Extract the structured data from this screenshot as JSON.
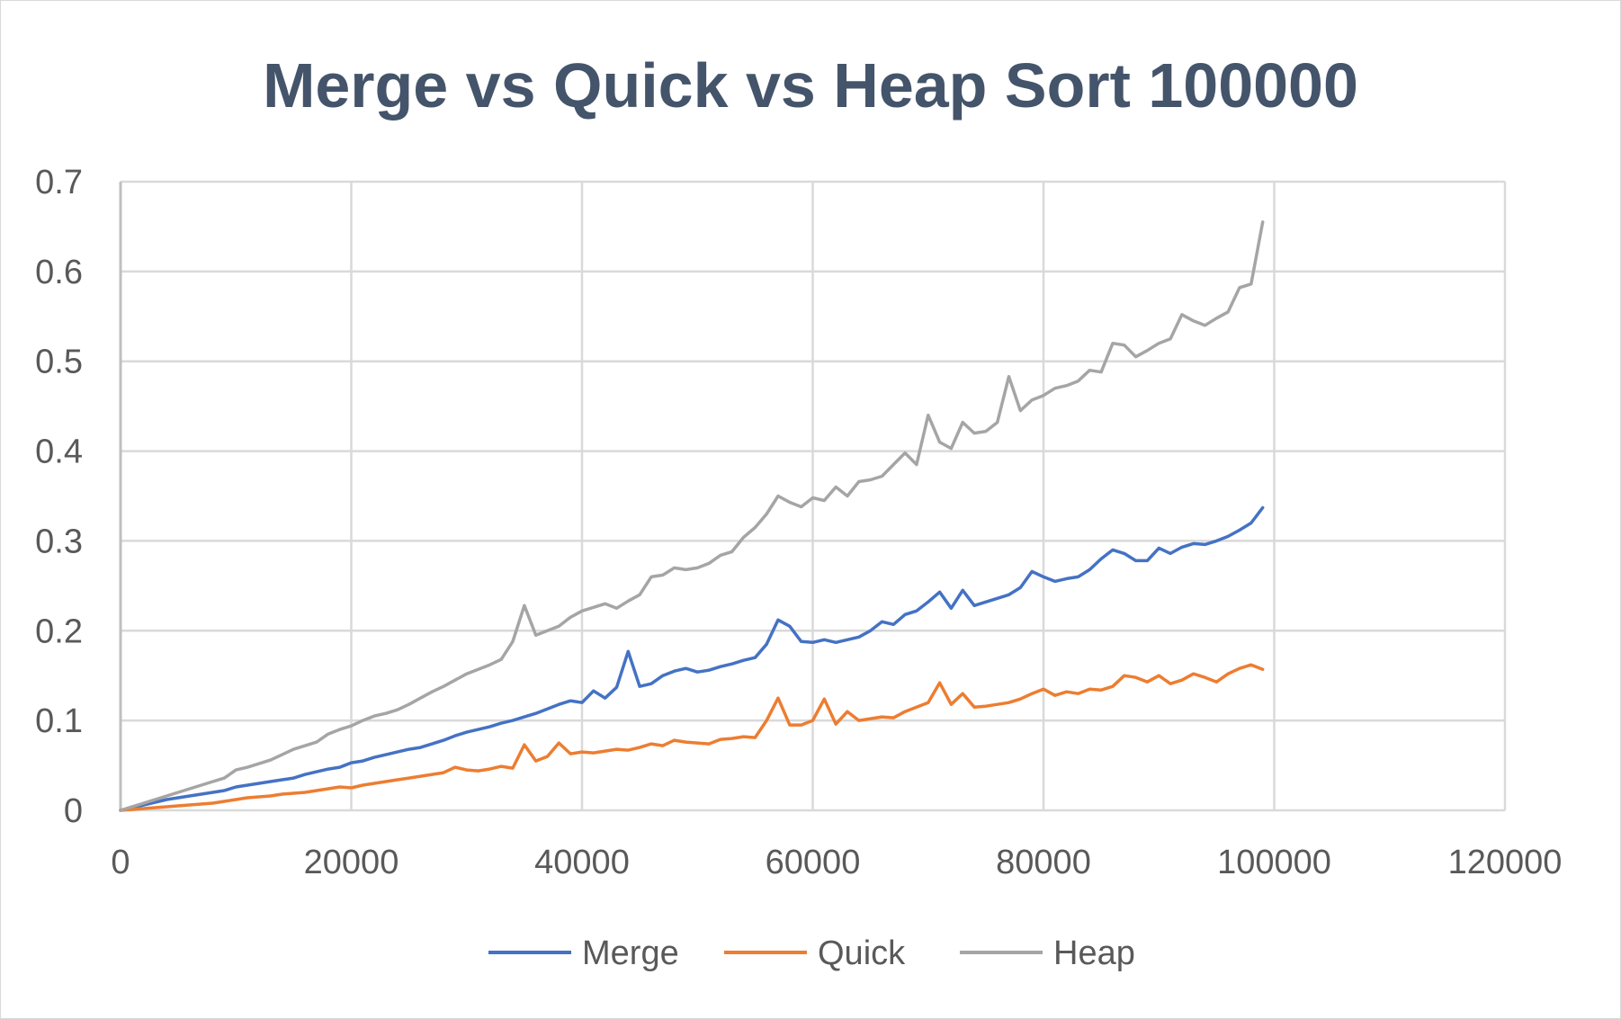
{
  "chart_data": {
    "type": "line",
    "title": "Merge vs Quick vs Heap Sort 100000",
    "xlabel": "",
    "ylabel": "",
    "xlim": [
      0,
      120000
    ],
    "ylim": [
      0,
      0.7
    ],
    "x_ticks": [
      "0",
      "20000",
      "40000",
      "60000",
      "80000",
      "100000",
      "120000"
    ],
    "y_ticks": [
      "0",
      "0.1",
      "0.2",
      "0.3",
      "0.4",
      "0.5",
      "0.6",
      "0.7"
    ],
    "grid": true,
    "legend_position": "bottom",
    "x": [
      0,
      1000,
      2000,
      3000,
      4000,
      5000,
      6000,
      7000,
      8000,
      9000,
      10000,
      11000,
      12000,
      13000,
      14000,
      15000,
      16000,
      17000,
      18000,
      19000,
      20000,
      21000,
      22000,
      23000,
      24000,
      25000,
      26000,
      27000,
      28000,
      29000,
      30000,
      31000,
      32000,
      33000,
      34000,
      35000,
      36000,
      37000,
      38000,
      39000,
      40000,
      41000,
      42000,
      43000,
      44000,
      45000,
      46000,
      47000,
      48000,
      49000,
      50000,
      51000,
      52000,
      53000,
      54000,
      55000,
      56000,
      57000,
      58000,
      59000,
      60000,
      61000,
      62000,
      63000,
      64000,
      65000,
      66000,
      67000,
      68000,
      69000,
      70000,
      71000,
      72000,
      73000,
      74000,
      75000,
      76000,
      77000,
      78000,
      79000,
      80000,
      81000,
      82000,
      83000,
      84000,
      85000,
      86000,
      87000,
      88000,
      89000,
      90000,
      91000,
      92000,
      93000,
      94000,
      95000,
      96000,
      97000,
      98000,
      99000
    ],
    "series": [
      {
        "name": "Merge",
        "color": "#4472c4",
        "values": [
          0,
          0.003,
          0.006,
          0.009,
          0.012,
          0.014,
          0.016,
          0.018,
          0.02,
          0.022,
          0.026,
          0.028,
          0.03,
          0.032,
          0.034,
          0.036,
          0.04,
          0.043,
          0.046,
          0.048,
          0.053,
          0.055,
          0.059,
          0.062,
          0.065,
          0.068,
          0.07,
          0.074,
          0.078,
          0.083,
          0.087,
          0.09,
          0.093,
          0.097,
          0.1,
          0.104,
          0.108,
          0.113,
          0.118,
          0.122,
          0.12,
          0.133,
          0.125,
          0.137,
          0.177,
          0.138,
          0.141,
          0.15,
          0.155,
          0.158,
          0.154,
          0.156,
          0.16,
          0.163,
          0.167,
          0.17,
          0.185,
          0.212,
          0.205,
          0.188,
          0.187,
          0.19,
          0.187,
          0.19,
          0.193,
          0.2,
          0.21,
          0.207,
          0.218,
          0.222,
          0.232,
          0.243,
          0.225,
          0.245,
          0.228,
          0.232,
          0.236,
          0.24,
          0.248,
          0.266,
          0.26,
          0.255,
          0.258,
          0.26,
          0.268,
          0.28,
          0.29,
          0.286,
          0.278,
          0.278,
          0.292,
          0.286,
          0.293,
          0.297,
          0.296,
          0.3,
          0.305,
          0.312,
          0.32,
          0.337
        ]
      },
      {
        "name": "Quick",
        "color": "#ed7d31",
        "values": [
          0,
          0.001,
          0.002,
          0.003,
          0.004,
          0.005,
          0.006,
          0.007,
          0.008,
          0.01,
          0.012,
          0.014,
          0.015,
          0.016,
          0.018,
          0.019,
          0.02,
          0.022,
          0.024,
          0.026,
          0.025,
          0.028,
          0.03,
          0.032,
          0.034,
          0.036,
          0.038,
          0.04,
          0.042,
          0.048,
          0.045,
          0.044,
          0.046,
          0.049,
          0.047,
          0.073,
          0.055,
          0.06,
          0.075,
          0.063,
          0.065,
          0.064,
          0.066,
          0.068,
          0.067,
          0.07,
          0.074,
          0.072,
          0.078,
          0.076,
          0.075,
          0.074,
          0.079,
          0.08,
          0.082,
          0.081,
          0.1,
          0.125,
          0.095,
          0.095,
          0.1,
          0.124,
          0.096,
          0.11,
          0.1,
          0.102,
          0.104,
          0.103,
          0.11,
          0.115,
          0.12,
          0.142,
          0.118,
          0.13,
          0.115,
          0.116,
          0.118,
          0.12,
          0.124,
          0.13,
          0.135,
          0.128,
          0.132,
          0.13,
          0.135,
          0.134,
          0.138,
          0.15,
          0.148,
          0.143,
          0.15,
          0.141,
          0.145,
          0.152,
          0.148,
          0.143,
          0.152,
          0.158,
          0.162,
          0.157
        ]
      },
      {
        "name": "Heap",
        "color": "#a5a5a5",
        "values": [
          0,
          0.004,
          0.008,
          0.012,
          0.016,
          0.02,
          0.024,
          0.028,
          0.032,
          0.036,
          0.045,
          0.048,
          0.052,
          0.056,
          0.062,
          0.068,
          0.072,
          0.076,
          0.085,
          0.09,
          0.094,
          0.1,
          0.105,
          0.108,
          0.112,
          0.118,
          0.125,
          0.132,
          0.138,
          0.145,
          0.152,
          0.157,
          0.162,
          0.168,
          0.188,
          0.228,
          0.195,
          0.2,
          0.205,
          0.215,
          0.222,
          0.226,
          0.23,
          0.225,
          0.233,
          0.24,
          0.26,
          0.262,
          0.27,
          0.268,
          0.27,
          0.275,
          0.284,
          0.288,
          0.304,
          0.315,
          0.33,
          0.35,
          0.343,
          0.338,
          0.348,
          0.345,
          0.36,
          0.35,
          0.366,
          0.368,
          0.372,
          0.385,
          0.398,
          0.385,
          0.44,
          0.41,
          0.403,
          0.432,
          0.42,
          0.422,
          0.432,
          0.483,
          0.445,
          0.457,
          0.462,
          0.47,
          0.473,
          0.478,
          0.49,
          0.488,
          0.52,
          0.518,
          0.505,
          0.512,
          0.52,
          0.525,
          0.552,
          0.545,
          0.54,
          0.548,
          0.555,
          0.582,
          0.586,
          0.655
        ]
      }
    ]
  }
}
